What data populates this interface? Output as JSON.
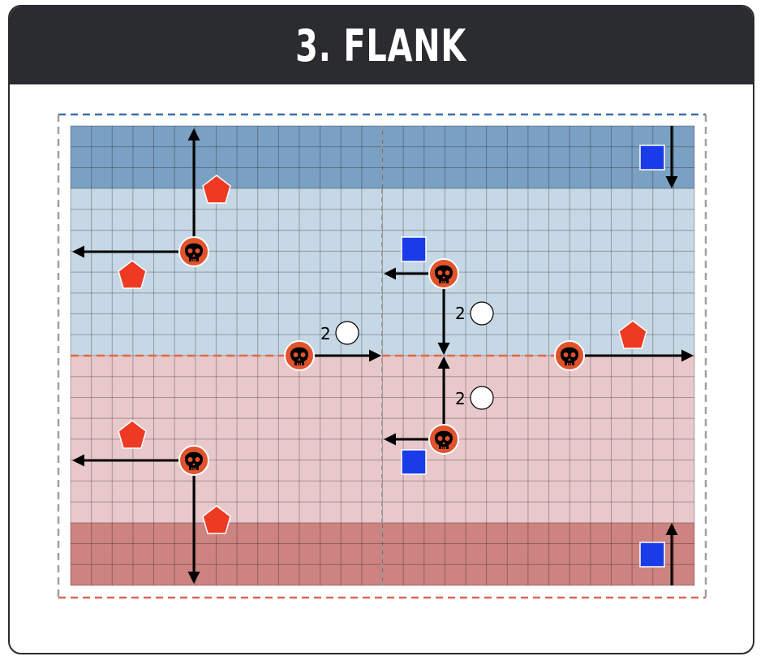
{
  "title": "3. FLANK",
  "colors": {
    "header_bg": "#2b2c30",
    "blue_deep": "#7aa0c3",
    "blue_light": "#c6d7e5",
    "red_light": "#e8c8cb",
    "red_deep": "#cd8380",
    "blue_border": "#3c6ea8",
    "red_border": "#d9665a",
    "grey_border": "#a0a0a0",
    "objective": "#ee3a23",
    "blue_unit": "#1a3ce8",
    "skull_fill": "#e0532c"
  },
  "grid": {
    "columns": 30,
    "rows": 22
  },
  "markers": {
    "objective": "red-pentagon",
    "deployment": "blue-square",
    "spawn": "skull-token",
    "distance_token": "white-circle"
  },
  "distance_labels": [
    "2",
    "2",
    "2"
  ]
}
